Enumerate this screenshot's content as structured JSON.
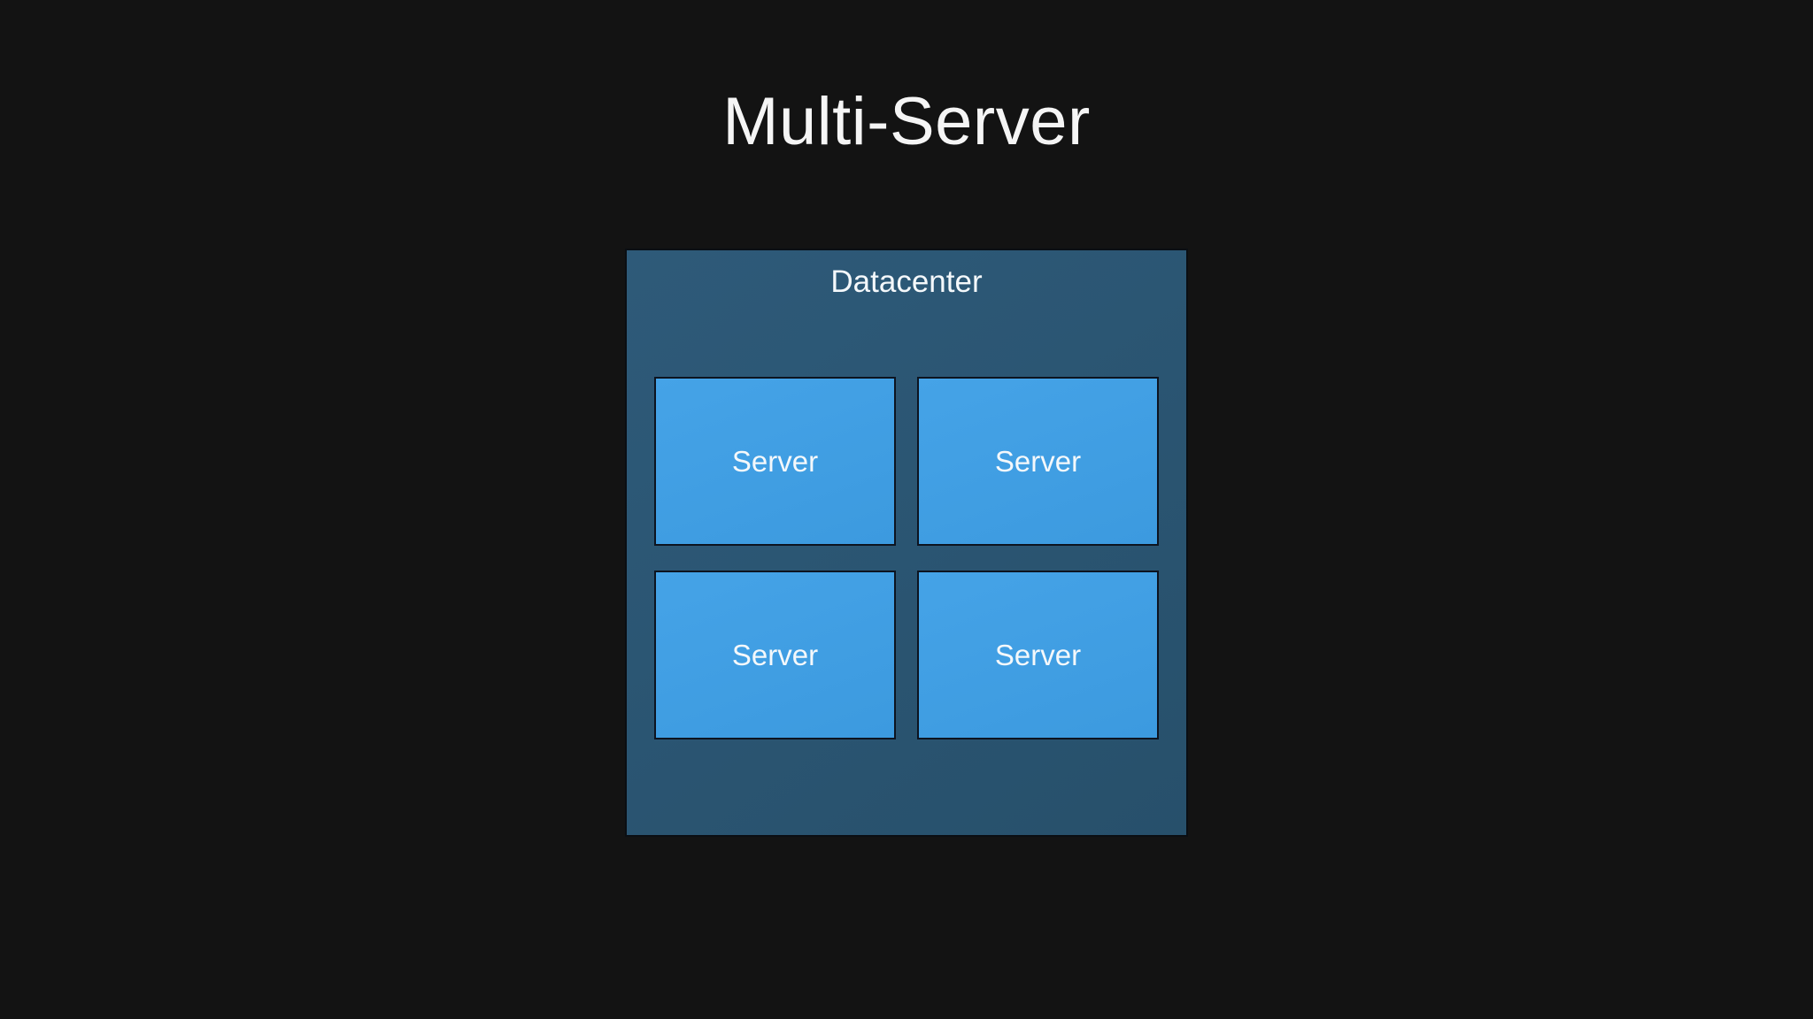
{
  "page": {
    "title": "Multi-Server"
  },
  "diagram": {
    "datacenter": {
      "label": "Datacenter",
      "servers": [
        {
          "label": "Server"
        },
        {
          "label": "Server"
        },
        {
          "label": "Server"
        },
        {
          "label": "Server"
        }
      ]
    }
  },
  "colors": {
    "background": "#131313",
    "title_text": "#f5f5f5",
    "datacenter_fill_start": "#2e5a79",
    "datacenter_fill_end": "#27506b",
    "datacenter_border": "#0a0e13",
    "server_fill_start": "#45a3e7",
    "server_fill_end": "#3c9adf",
    "server_border": "#0d1420",
    "label_text": "#f4f8fb"
  }
}
